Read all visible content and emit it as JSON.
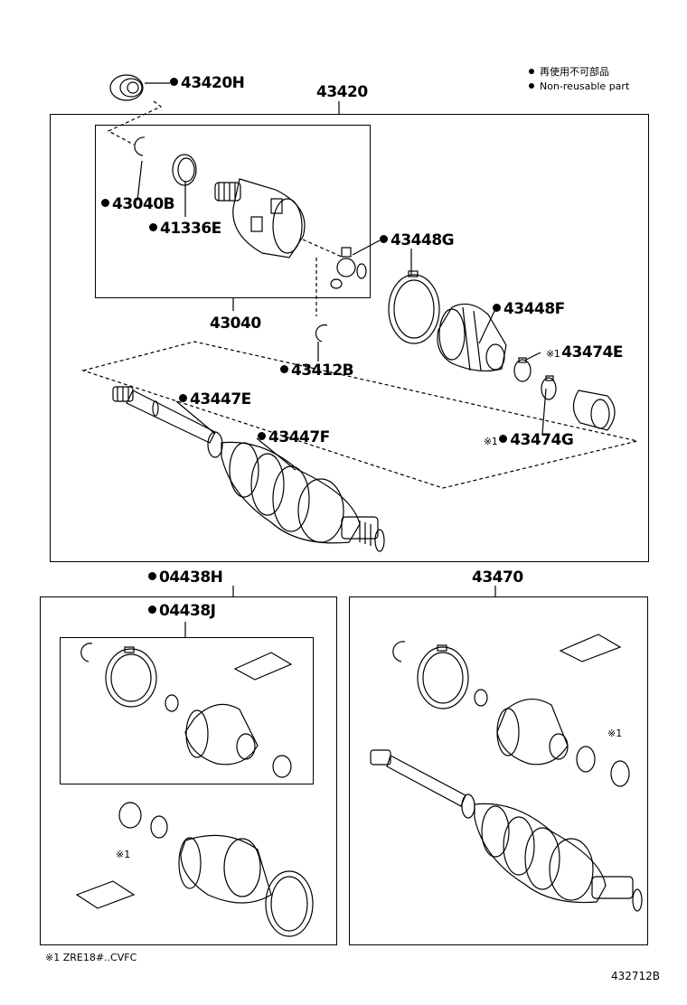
{
  "legend": {
    "jp": "再使用不可部品",
    "en": "Non-reusable part"
  },
  "symbols": {
    "ref_mark": "※1"
  },
  "labels": {
    "p43420H": "43420H",
    "p43420": "43420",
    "p43040B": "43040B",
    "p41336E": "41336E",
    "p43040": "43040",
    "p43448G": "43448G",
    "p43448F": "43448F",
    "p43474E": "43474E",
    "p43474G": "43474G",
    "p43412B": "43412B",
    "p43447E": "43447E",
    "p43447F": "43447F",
    "p04438H": "04438H",
    "p04438J": "04438J",
    "p43470": "43470"
  },
  "footnote": "※1 ZRE18#..CVFC",
  "diagram_id": "432712B"
}
